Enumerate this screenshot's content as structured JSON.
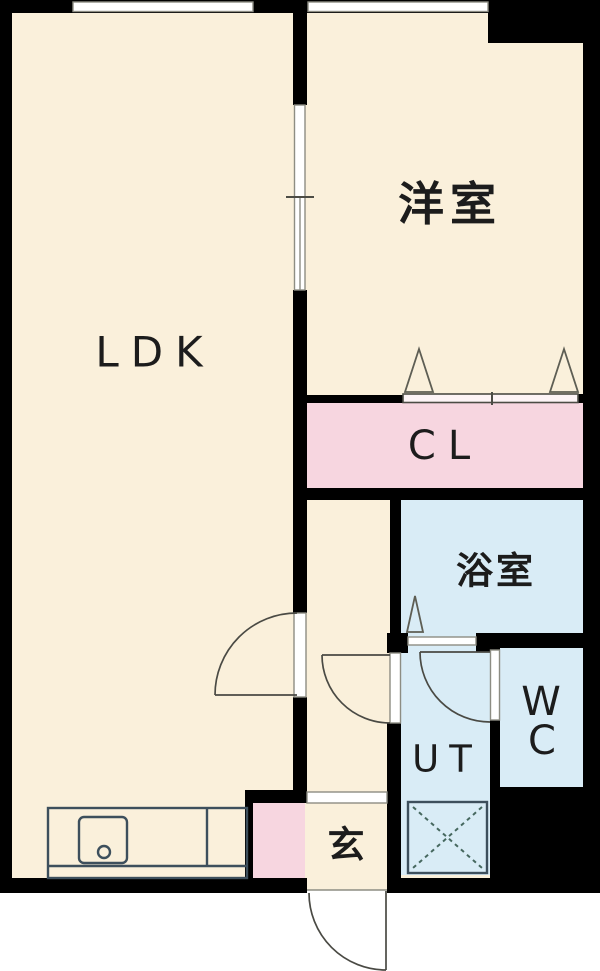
{
  "title": "apartment-floorplan",
  "palette": {
    "wall": "#000000",
    "floor_cream": "#faf0db",
    "closet_pink": "#f7d6e0",
    "wet_blue": "#d9ecf6",
    "counter_blue": "#cfe8f3",
    "pan_blue": "#e3f1f8",
    "label_color": "#1c1c1c"
  },
  "rooms": {
    "ldk": {
      "label": "LDK"
    },
    "bedroom": {
      "label": "洋室"
    },
    "closet": {
      "label": "CL"
    },
    "bath": {
      "label": "浴室"
    },
    "wc": {
      "line1": "W",
      "line2": "C"
    },
    "utility": {
      "label": "UT"
    },
    "entrance": {
      "label": "玄"
    }
  }
}
